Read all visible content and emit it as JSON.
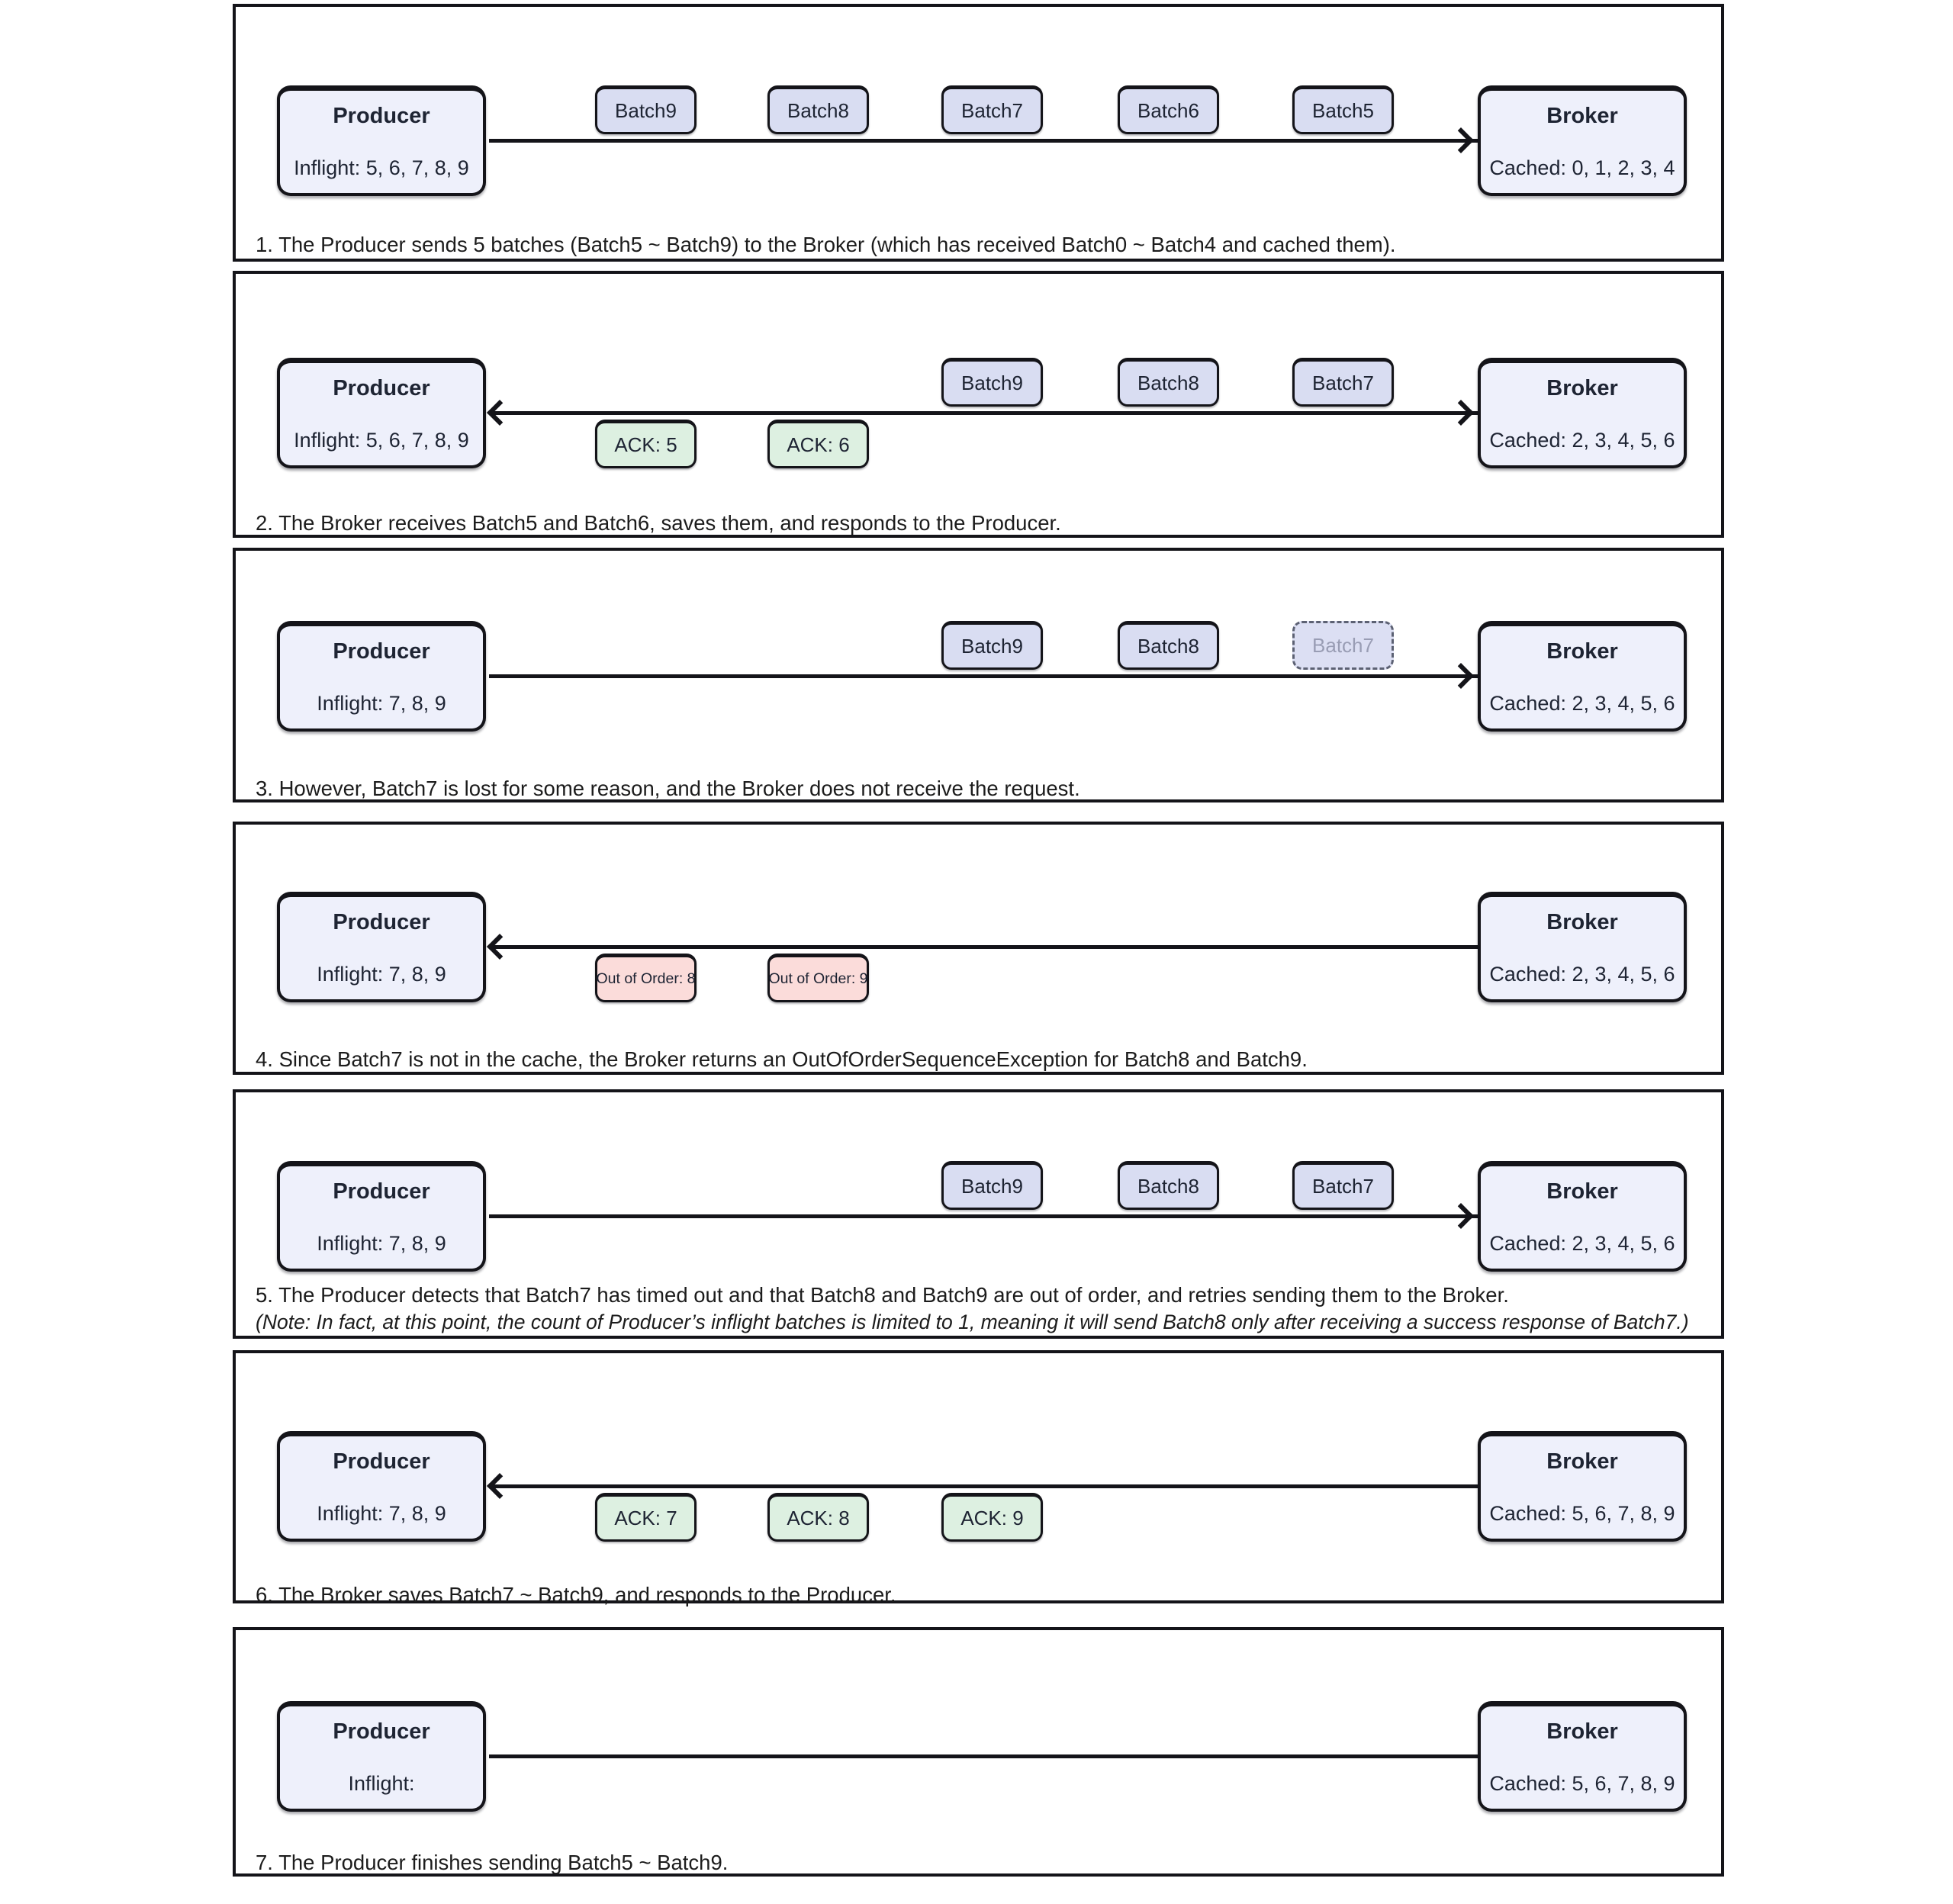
{
  "colors": {
    "ink": "#141419",
    "node_fill": "#eef0fb",
    "batch_fill": "#d9ddf2",
    "batch_lost_fill": "#dcdff3",
    "batch_lost_border": "#5c6173",
    "batch_lost_text": "#999db4",
    "ack_fill": "#ddf0e1",
    "error_fill": "#fbdcda",
    "text": "#1e2433",
    "caption_text": "#1c1c1c"
  },
  "panels": [
    {
      "producer": {
        "title": "Producer",
        "state": "Inflight: 5, 6, 7, 8, 9"
      },
      "broker": {
        "title": "Broker",
        "state": "Cached: 0, 1, 2, 3, 4"
      },
      "arrow": "right",
      "top_boxes": [
        {
          "label": "Batch9",
          "slot": 0,
          "type": "batch"
        },
        {
          "label": "Batch8",
          "slot": 1,
          "type": "batch"
        },
        {
          "label": "Batch7",
          "slot": 2,
          "type": "batch"
        },
        {
          "label": "Batch6",
          "slot": 3,
          "type": "batch"
        },
        {
          "label": "Batch5",
          "slot": 4,
          "type": "batch"
        }
      ],
      "bottom_boxes": [],
      "caption": "1. The Producer sends 5 batches (Batch5 ~ Batch9) to the Broker (which has received Batch0 ~ Batch4 and cached them).",
      "note": null
    },
    {
      "producer": {
        "title": "Producer",
        "state": "Inflight: 5, 6, 7, 8, 9"
      },
      "broker": {
        "title": "Broker",
        "state": "Cached: 2, 3, 4, 5, 6"
      },
      "arrow": "both",
      "top_boxes": [
        {
          "label": "Batch9",
          "slot": 2,
          "type": "batch"
        },
        {
          "label": "Batch8",
          "slot": 3,
          "type": "batch"
        },
        {
          "label": "Batch7",
          "slot": 4,
          "type": "batch"
        }
      ],
      "bottom_boxes": [
        {
          "label": "ACK: 5",
          "slot": 0,
          "type": "ack"
        },
        {
          "label": "ACK: 6",
          "slot": 1,
          "type": "ack"
        }
      ],
      "caption": "2. The Broker receives Batch5 and Batch6, saves them, and responds to the Producer.",
      "note": null
    },
    {
      "producer": {
        "title": "Producer",
        "state": "Inflight: 7, 8, 9"
      },
      "broker": {
        "title": "Broker",
        "state": "Cached: 2, 3, 4, 5, 6"
      },
      "arrow": "right",
      "top_boxes": [
        {
          "label": "Batch9",
          "slot": 2,
          "type": "batch"
        },
        {
          "label": "Batch8",
          "slot": 3,
          "type": "batch"
        },
        {
          "label": "Batch7",
          "slot": 4,
          "type": "batch lost"
        }
      ],
      "bottom_boxes": [],
      "caption": "3. However, Batch7 is lost for some reason, and the Broker does not receive the request.",
      "note": null
    },
    {
      "producer": {
        "title": "Producer",
        "state": "Inflight: 7, 8, 9"
      },
      "broker": {
        "title": "Broker",
        "state": "Cached: 2, 3, 4, 5, 6"
      },
      "arrow": "left",
      "top_boxes": [],
      "bottom_boxes": [
        {
          "label": "Out of Order: 8",
          "slot": 0,
          "type": "error"
        },
        {
          "label": "Out of Order: 9",
          "slot": 1,
          "type": "error"
        }
      ],
      "caption": "4. Since Batch7 is not in the cache, the Broker returns an OutOfOrderSequenceException for Batch8 and Batch9.",
      "note": null
    },
    {
      "producer": {
        "title": "Producer",
        "state": "Inflight: 7, 8, 9"
      },
      "broker": {
        "title": "Broker",
        "state": "Cached: 2, 3, 4, 5, 6"
      },
      "arrow": "right",
      "top_boxes": [
        {
          "label": "Batch9",
          "slot": 2,
          "type": "batch"
        },
        {
          "label": "Batch8",
          "slot": 3,
          "type": "batch"
        },
        {
          "label": "Batch7",
          "slot": 4,
          "type": "batch"
        }
      ],
      "bottom_boxes": [],
      "caption": "5. The Producer detects that Batch7 has timed out and that Batch8 and Batch9 are out of order, and retries sending them to the Broker.",
      "note": "(Note: In fact, at this point, the count of Producer’s inflight batches is limited to 1, meaning it will send Batch8 only after receiving a success response of Batch7.)"
    },
    {
      "producer": {
        "title": "Producer",
        "state": "Inflight: 7, 8, 9"
      },
      "broker": {
        "title": "Broker",
        "state": "Cached: 5, 6, 7, 8, 9"
      },
      "arrow": "left",
      "top_boxes": [],
      "bottom_boxes": [
        {
          "label": "ACK: 7",
          "slot": 0,
          "type": "ack"
        },
        {
          "label": "ACK: 8",
          "slot": 1,
          "type": "ack"
        },
        {
          "label": "ACK: 9",
          "slot": 2,
          "type": "ack"
        }
      ],
      "caption": "6. The Broker saves Batch7 ~ Batch9, and responds to the Producer.",
      "note": null
    },
    {
      "producer": {
        "title": "Producer",
        "state": "Inflight:"
      },
      "broker": {
        "title": "Broker",
        "state": "Cached: 5, 6, 7, 8, 9"
      },
      "arrow": "none",
      "top_boxes": [],
      "bottom_boxes": [],
      "caption": "7. The Producer finishes sending Batch5 ~ Batch9.",
      "note": null
    }
  ]
}
